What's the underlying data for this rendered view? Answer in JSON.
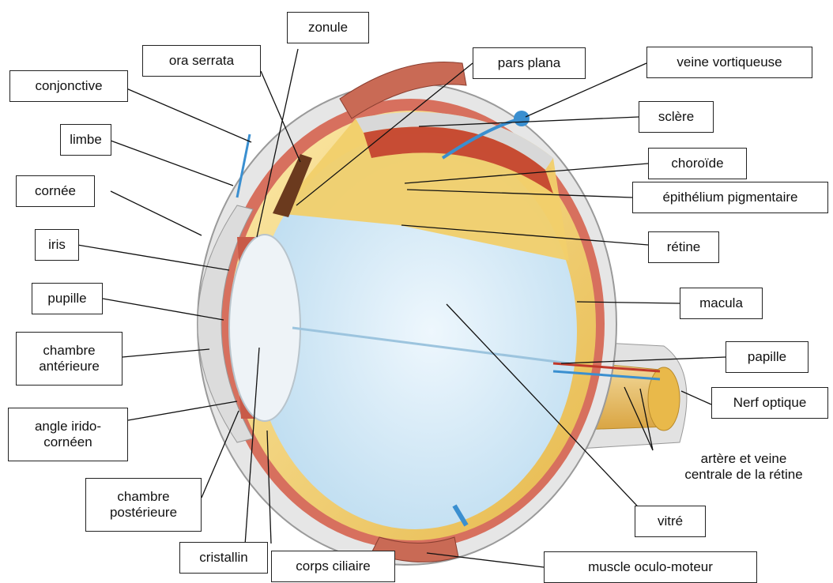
{
  "labels": {
    "zonule": "zonule",
    "ora_serrata": "ora serrata",
    "pars_plana": "pars plana",
    "veine_vortiqueuse": "veine vortiqueuse",
    "conjonctive": "conjonctive",
    "sclere": "sclère",
    "limbe": "limbe",
    "choroide": "choroïde",
    "cornee": "cornée",
    "epithelium": "épithélium pigmentaire",
    "iris": "iris",
    "retine": "rétine",
    "pupille": "pupille",
    "macula": "macula",
    "chambre_anterieure": "chambre\nantérieure",
    "papille": "papille",
    "nerf_optique": "Nerf optique",
    "angle": "angle irido-\ncornéen",
    "artere_veine": "artère et veine\ncentrale de la rétine",
    "chambre_posterieure": "chambre\npostérieure",
    "vitre": "vitré",
    "cristallin": "cristallin",
    "corps_ciliaire": "corps ciliaire",
    "muscle": "muscle oculo-moteur"
  },
  "colors": {
    "vitreous": "#cfe6f5",
    "sclera": "#e8e8e8",
    "choroid": "#c0392b",
    "retina": "#f3d77a",
    "muscle": "#c96a55",
    "vessel_blue": "#3a8fd0",
    "lens": "#eef3f7",
    "leader": "#111111"
  }
}
